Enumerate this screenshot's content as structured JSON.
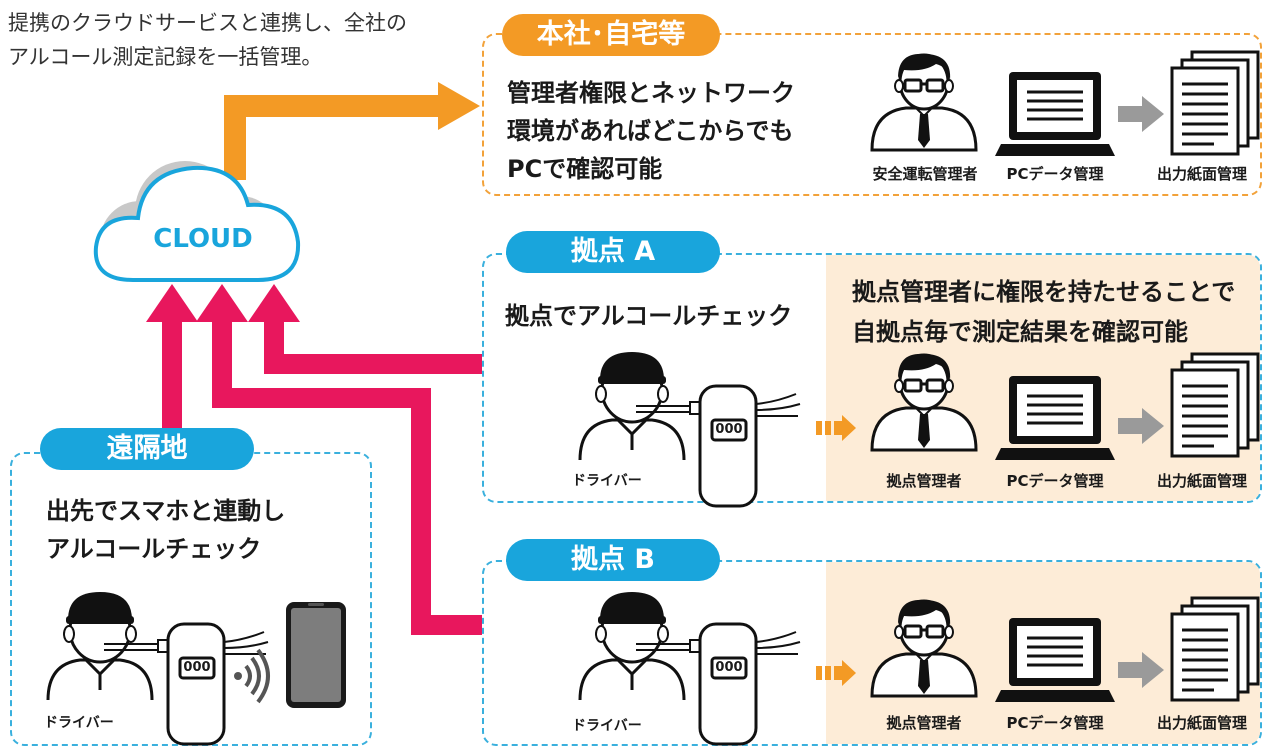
{
  "intro": {
    "line1": "提携のクラウドサービスと連携し、全社の",
    "line2": "アルコール測定記録を一括管理。"
  },
  "cloud": {
    "label": "CLOUD"
  },
  "hq": {
    "title": "本社･自宅等",
    "message_lines": [
      "管理者権限とネットワーク",
      "環境があればどこからでも",
      "PCで確認可能"
    ],
    "person_label": "安全運転管理者",
    "pc_label": "PCデータ管理",
    "paper_label": "出力紙面管理"
  },
  "siteA": {
    "title": "拠点 A",
    "message": "拠点でアルコールチェック",
    "shade_lines": [
      "拠点管理者に権限を持たせることで",
      "自拠点毎で測定結果を確認可能"
    ],
    "driver_label": "ドライバー",
    "person_label": "拠点管理者",
    "pc_label": "PCデータ管理",
    "paper_label": "出力紙面管理"
  },
  "siteB": {
    "title": "拠点 B",
    "driver_label": "ドライバー",
    "person_label": "拠点管理者",
    "pc_label": "PCデータ管理",
    "paper_label": "出力紙面管理"
  },
  "remote": {
    "title": "遠隔地",
    "message_lines": [
      "出先でスマホと連動し",
      "アルコールチェック"
    ],
    "driver_label": "ドライバー"
  },
  "device": {
    "display": "000"
  },
  "colors": {
    "orange": "#f39a25",
    "blue": "#19a5dc",
    "magenta": "#e8175d",
    "shade": "#fdecd7"
  }
}
